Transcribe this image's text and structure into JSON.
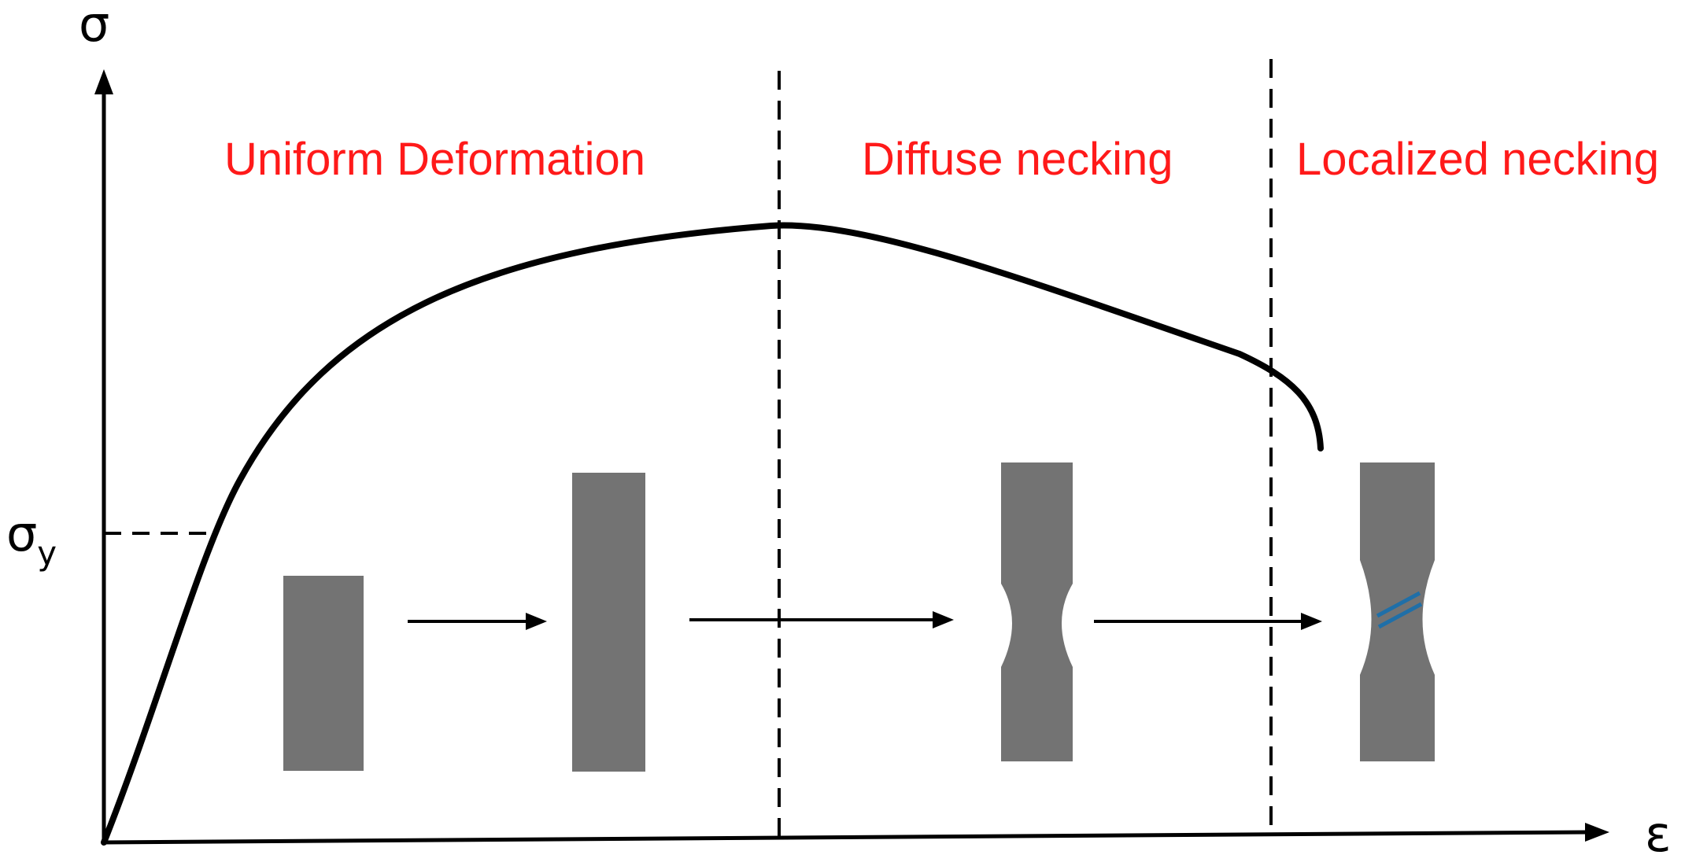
{
  "axes": {
    "y_label": "σ",
    "x_label": "ε",
    "yield_label": "σ",
    "yield_subscript": "y"
  },
  "regions": [
    {
      "label": "Uniform Deformation"
    },
    {
      "label": "Diffuse necking"
    },
    {
      "label": "Localized necking"
    }
  ],
  "colors": {
    "region_text": "#ff1a1a",
    "curve": "#000000",
    "specimen": "#737373",
    "shear_band": "#1f6fa8"
  }
}
